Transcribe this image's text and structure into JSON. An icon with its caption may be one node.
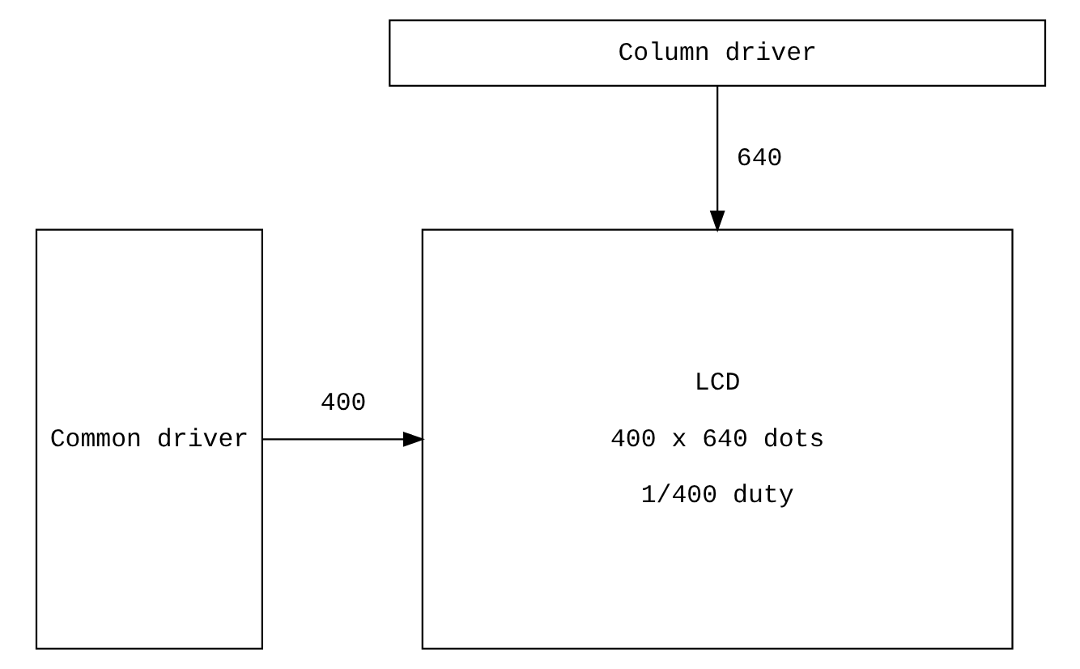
{
  "diagram": {
    "nodes": [
      {
        "text": [
          "Column driver"
        ]
      },
      {
        "text": [
          "Common driver"
        ]
      },
      {
        "text": [
          "LCD",
          "400 x 640 dots",
          "1/400 duty"
        ]
      }
    ],
    "edges": [
      {
        "from": 0,
        "to": 2,
        "arrow": "to",
        "label": "640"
      },
      {
        "from": 1,
        "to": 2,
        "arrow": "to",
        "label": "400"
      }
    ]
  }
}
